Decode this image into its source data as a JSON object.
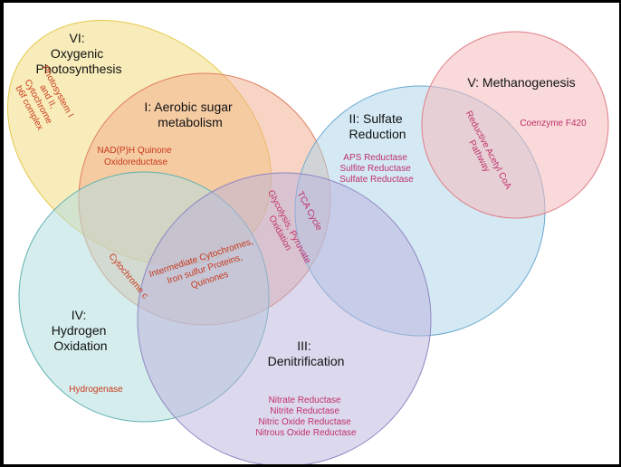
{
  "diagram": {
    "sets": [
      {
        "id": "vi",
        "title_lines": [
          "VI:",
          "Oxygenic",
          "Photosynthesis"
        ],
        "color": "#f3e08c"
      },
      {
        "id": "i",
        "title_lines": [
          "I: Aerobic sugar",
          "metabolism"
        ],
        "color": "#f2aa8a"
      },
      {
        "id": "ii",
        "title_lines": [
          "II: Sulfate",
          "Reduction"
        ],
        "color": "#a9d3ea"
      },
      {
        "id": "v",
        "title_lines": [
          "V: Methanogenesis"
        ],
        "color": "#f4b9bc"
      },
      {
        "id": "iv",
        "title_lines": [
          "IV:",
          "Hydrogen",
          "Oxidation"
        ],
        "color": "#b4dede"
      },
      {
        "id": "iii",
        "title_lines": [
          "III:",
          "Denitrification"
        ],
        "color": "#b9b2dc"
      }
    ],
    "labels": {
      "photosystem": [
        "Photosystem I",
        "and II,",
        "Cytochrome",
        "b6f complex"
      ],
      "nadph": [
        "NAD(P)H Quinone",
        "Oxidoreductase"
      ],
      "tca": [
        "TCA Cycle"
      ],
      "glycolysis": [
        "Glycolysis, Pyruvate",
        "Oxidation"
      ],
      "aps": [
        "APS Reductase",
        "Sulfite Reductase",
        "Sulfate Reductase"
      ],
      "acetyl": [
        "Reductive Acetyl CoA",
        "Pathway"
      ],
      "coenzyme": [
        "Coenzyme F420"
      ],
      "cytc": [
        "Cytochrome c"
      ],
      "intermediate": [
        "Intermediate Cytochromes,",
        "Iron sulfur Proteins,",
        "Quinones"
      ],
      "hydrogenase": [
        "Hydrogenase"
      ],
      "nitrate": [
        "Nitrate Reductase",
        "Nitrite Reductase",
        "Nitric Oxide Reductase",
        "Nitrous Oxide Reductase"
      ]
    },
    "colors": {
      "red_text": "#c83a1c",
      "pink_text": "#c0306a",
      "background": "#000000"
    }
  }
}
